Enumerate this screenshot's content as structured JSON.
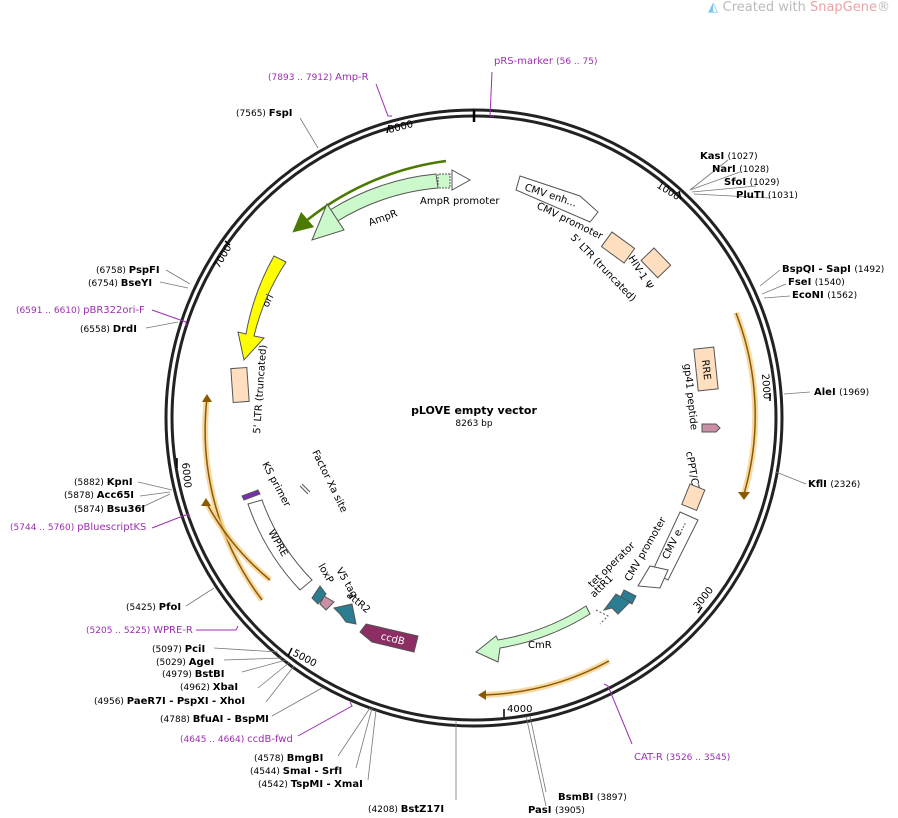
{
  "watermark": {
    "prefix": "Created with ",
    "brand": "SnapGene",
    "suffix": "®",
    "icon": "snapgene-logo-icon"
  },
  "plasmid": {
    "name": "pLOVE empty vector",
    "size_label": "8263 bp",
    "length": 8263
  },
  "ticks": [
    "1000",
    "2000",
    "3000",
    "4000",
    "5000",
    "6000",
    "7000",
    "8000"
  ],
  "sites": [
    {
      "pos": "(7565)",
      "name": "FspI"
    },
    {
      "pos": "(1027)",
      "name": "KasI"
    },
    {
      "pos": "(1028)",
      "name": "NarI"
    },
    {
      "pos": "(1029)",
      "name": "SfoI"
    },
    {
      "pos": "(1031)",
      "name": "PluTI"
    },
    {
      "pos": "(1492)",
      "name": "BspQI  - SapI"
    },
    {
      "pos": "(1540)",
      "name": "FseI"
    },
    {
      "pos": "(1562)",
      "name": "EcoNI"
    },
    {
      "pos": "(1969)",
      "name": "AleI"
    },
    {
      "pos": "(2326)",
      "name": "KflI"
    },
    {
      "pos": "(3897)",
      "name": "BsmBI"
    },
    {
      "pos": "(3905)",
      "name": "PasI"
    },
    {
      "pos": "(4208)",
      "name": "BstZ17I"
    },
    {
      "pos": "(4542)",
      "name": "TspMI  - XmaI"
    },
    {
      "pos": "(4544)",
      "name": "SmaI  - SrfI"
    },
    {
      "pos": "(4578)",
      "name": "BmgBI"
    },
    {
      "pos": "(4788)",
      "name": "BfuAI  - BspMI"
    },
    {
      "pos": "(4956)",
      "name": "PaeR7I  - PspXI  - XhoI"
    },
    {
      "pos": "(4962)",
      "name": "XbaI"
    },
    {
      "pos": "(4979)",
      "name": "BstBI"
    },
    {
      "pos": "(5029)",
      "name": "AgeI"
    },
    {
      "pos": "(5097)",
      "name": "PciI"
    },
    {
      "pos": "(5425)",
      "name": "PfoI"
    },
    {
      "pos": "(5874)",
      "name": "Bsu36I"
    },
    {
      "pos": "(5878)",
      "name": "Acc65I"
    },
    {
      "pos": "(5882)",
      "name": "KpnI"
    },
    {
      "pos": "(6558)",
      "name": "DrdI"
    },
    {
      "pos": "(6754)",
      "name": "BseYI"
    },
    {
      "pos": "(6758)",
      "name": "PspFI"
    }
  ],
  "primers": [
    {
      "name": "Amp-R",
      "range": "(7893 .. 7912)"
    },
    {
      "name": "pRS-marker",
      "range": "(56 .. 75)"
    },
    {
      "name": "pBR322ori-F",
      "range": "(6591 .. 6610)"
    },
    {
      "name": "pBluescriptKS",
      "range": "(5744 .. 5760)"
    },
    {
      "name": "WPRE-R",
      "range": "(5205 .. 5225)"
    },
    {
      "name": "ccdB-fwd",
      "range": "(4645 .. 4664)"
    },
    {
      "name": "CAT-R",
      "range": "(3526 .. 3545)"
    }
  ],
  "features": {
    "ampr_promoter": "AmpR promoter",
    "ampr": "AmpR",
    "cmv_enh": "CMV enh...",
    "cmv_promoter_1": "CMV promoter",
    "ltr5_trunc_1": "5' LTR (truncated)",
    "hiv_psi": "HIV-1 Ψ",
    "rre": "RRE",
    "gp41": "gp41 peptide",
    "cppt": "cPPT/CTS",
    "cmv_e2": "CMV e...",
    "cmv_promoter_2": "CMV promoter",
    "tet_operator": "tet operator",
    "attr1": "attR1",
    "cmr": "CmR",
    "ccdb": "ccdB",
    "attr2": "attR2",
    "v5_tag": "V5 tag",
    "loxp": "loxP",
    "factor_xa": "Factor Xa site",
    "ks_primer": "KS primer",
    "wpre": "WPRE",
    "ltr5_trunc_2": "5' LTR (truncated)",
    "ori": "ori"
  },
  "colors": {
    "ampr_fill": "#ccf9cc",
    "ori_fill": "#ffff00",
    "ltr_fill": "#ffdfbf",
    "ccdb_fill": "#8c2e63",
    "teal_fill": "#2b7d92",
    "v5_fill": "#c98fa6",
    "primer": "#9b2fb0",
    "orf_glow": "#f5c97a",
    "orf_line": "#8a5a00"
  }
}
